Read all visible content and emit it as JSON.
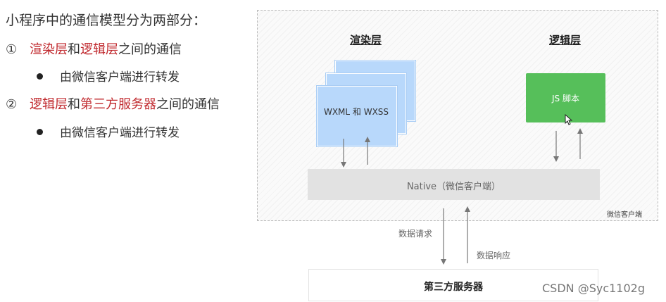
{
  "left_panel": {
    "heading": "小程序中的通信模型分为两部分：",
    "items": [
      {
        "num": "①",
        "part1": "渲染层",
        "conj": "和",
        "part2": "逻辑层",
        "tail": "之间的通信",
        "sub": "由微信客户端进行转发"
      },
      {
        "num": "②",
        "part1": "逻辑层",
        "conj": "和",
        "part2": "第三方服务器",
        "tail": "之间的通信",
        "sub": "由微信客户端进行转发"
      }
    ],
    "highlight_color": "#c0282d"
  },
  "diagram": {
    "render_layer_title": "渲染层",
    "logic_layer_title": "逻辑层",
    "render_card_label": "WXML 和 WXSS",
    "js_label": "JS 脚本",
    "native_label": "Native（微信客户端）",
    "client_label": "微信客户端",
    "data_request_label": "数据请求",
    "data_response_label": "数据响应",
    "server_label": "第三方服务器",
    "colors": {
      "render_card": "#b8d8fb",
      "js_box": "#56bf5a",
      "native_bar": "#e2e2e2"
    }
  },
  "watermark": "CSDN @Syc1102g"
}
